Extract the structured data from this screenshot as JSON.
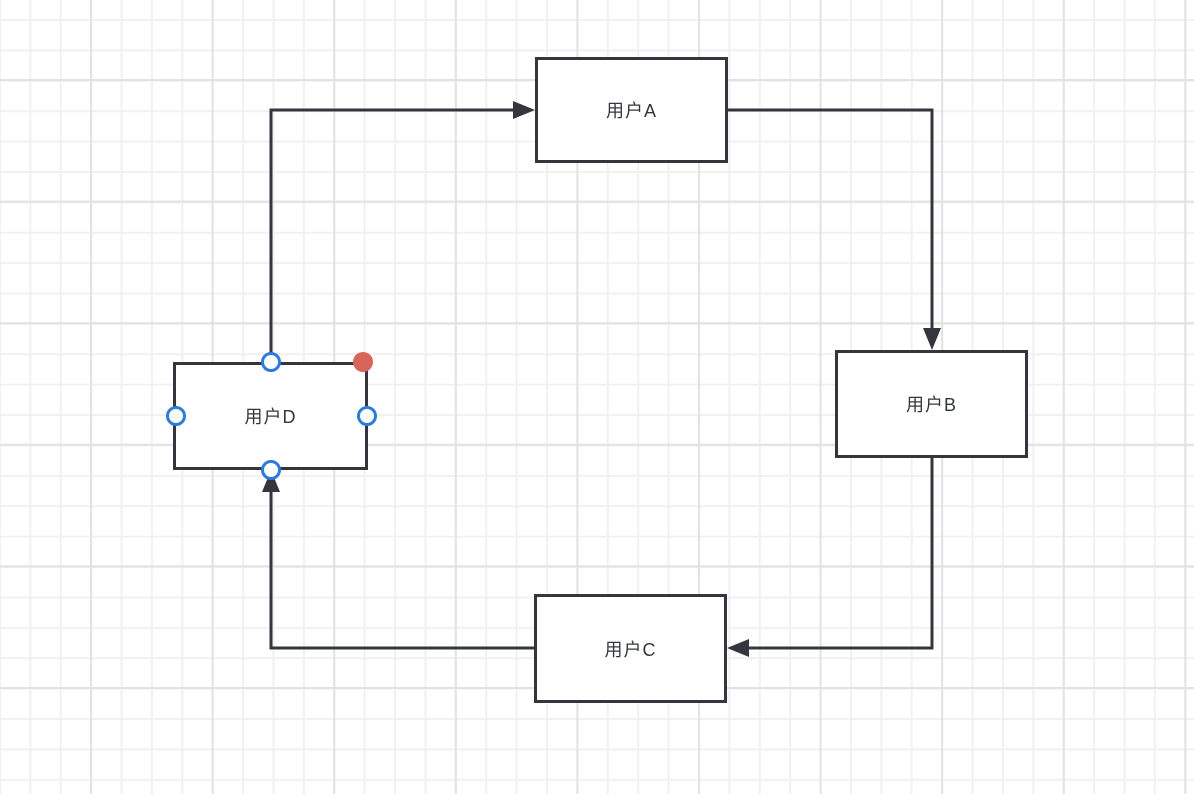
{
  "diagram": {
    "nodes": [
      {
        "id": "A",
        "label": "用户A",
        "shape": "rectangle",
        "selected": false
      },
      {
        "id": "B",
        "label": "用户B",
        "shape": "rectangle",
        "selected": false
      },
      {
        "id": "C",
        "label": "用户C",
        "shape": "rectangle",
        "selected": false
      },
      {
        "id": "D",
        "label": "用户D",
        "shape": "rectangle",
        "selected": true
      }
    ],
    "edges": [
      {
        "from": "D",
        "from_side": "top",
        "to": "A",
        "to_side": "left",
        "routing": "orthogonal",
        "arrow": "filled-triangle"
      },
      {
        "from": "A",
        "from_side": "right",
        "to": "B",
        "to_side": "top",
        "routing": "orthogonal",
        "arrow": "filled-triangle"
      },
      {
        "from": "B",
        "from_side": "bottom",
        "to": "C",
        "to_side": "right",
        "routing": "orthogonal",
        "arrow": "filled-triangle"
      },
      {
        "from": "C",
        "from_side": "left",
        "to": "D",
        "to_side": "bottom",
        "routing": "orthogonal",
        "arrow": "filled-triangle"
      }
    ],
    "selection": {
      "hovered_node": "D",
      "connection_points": [
        "top",
        "left",
        "right",
        "bottom"
      ],
      "endpoint_marker_position": "top-right"
    },
    "colors": {
      "stroke": "#33373d",
      "node_fill": "#ffffff",
      "text": "#33373d",
      "connection_point_ring": "#2c7bdb",
      "endpoint_marker": "#d96459",
      "grid_minor": "#f1f1f1",
      "grid_major": "#e2e2e2",
      "canvas_bg": "#ffffff"
    }
  }
}
